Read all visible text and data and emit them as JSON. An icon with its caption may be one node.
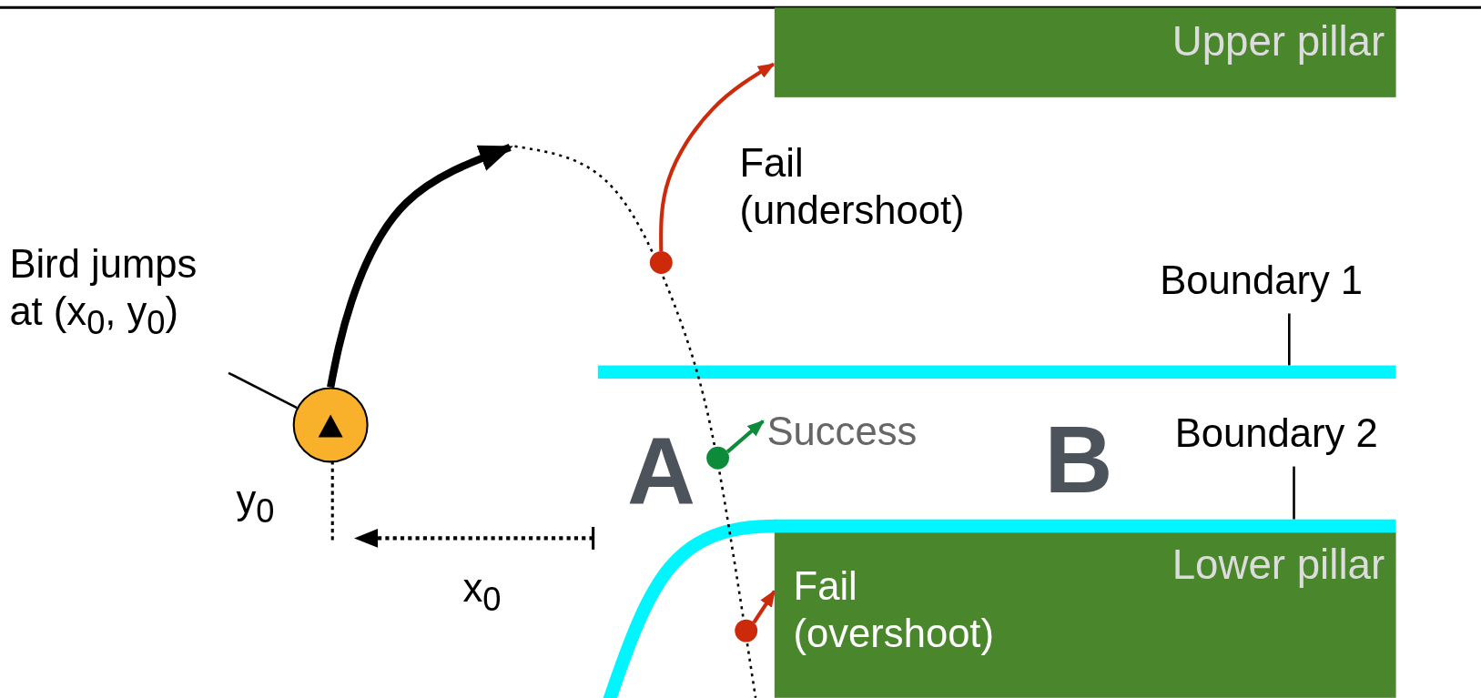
{
  "diagram": {
    "nodes": [
      {
        "text": [
          "Upper pillar"
        ]
      },
      {
        "text": [
          "Bird jumps at (x$_{0}$, y$_{0}$)"
        ]
      },
      {
        "text": [],
        "shape": "circle"
      },
      {
        "text": [],
        "shape": "circle",
        "in": 13
      },
      {
        "text": [
          "Boundary 1"
        ]
      },
      {
        "text": [],
        "shape": "bar"
      },
      {
        "text": [],
        "shape": "circle",
        "in": 13
      },
      {
        "text": [
          "Success"
        ]
      },
      {
        "text": [
          "Boundary 2"
        ]
      },
      {
        "text": [],
        "shape": "bar"
      },
      {
        "text": [
          "Lower pillar"
        ]
      },
      {
        "text": [],
        "shape": "circle",
        "in": 13
      },
      {
        "text": [
          "Fail (overshoot)"
        ],
        "in": 10
      },
      {
        "text": [],
        "shape": "curve"
      }
    ],
    "edges": [
      {
        "from": 2,
        "to": 13,
        "arrow": "to",
        "style": "thick"
      },
      {
        "from": 3,
        "to": 0,
        "arrow": "to",
        "color": "#cc2a0a"
      },
      {
        "from": 6,
        "to": 7,
        "arrow": "to",
        "color": "#0d8a3a"
      },
      {
        "from": 11,
        "to": 12,
        "arrow": "to",
        "color": "#cc2a0a"
      },
      {
        "from": 1,
        "to": 2,
        "arrow": "none"
      },
      {
        "from": 4,
        "to": 5,
        "arrow": "none"
      },
      {
        "from": 8,
        "to": 9,
        "arrow": "none"
      }
    ],
    "labels": [
      "Fail (undershoot)",
      "A",
      "B",
      "y$_{0}$",
      "x$_{0}$"
    ]
  }
}
